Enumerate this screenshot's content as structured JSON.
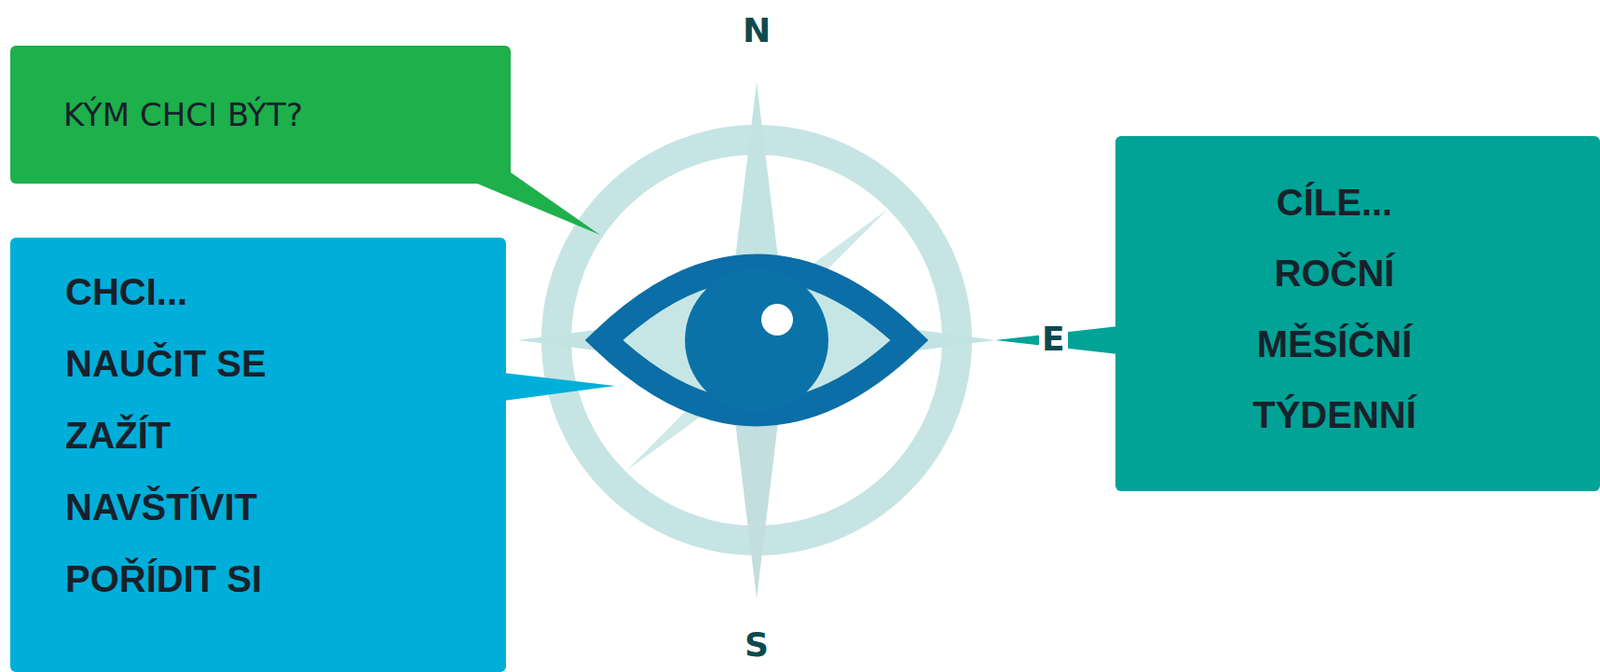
{
  "diagram": {
    "nodes": [
      {
        "text": [
          "KÝM CHCI BÝT?"
        ]
      },
      {
        "text": [
          "CHCI...",
          "NAUČIT SE",
          "ZAŽÍT",
          "NAVŠTÍVIT",
          "POŘÍDIT SI"
        ]
      },
      {
        "text": [
          "CÍLE...",
          "ROČNÍ",
          "MĚSÍČNÍ",
          "TÝDENNÍ"
        ]
      }
    ],
    "labels": [
      "N",
      "S",
      "E"
    ]
  }
}
